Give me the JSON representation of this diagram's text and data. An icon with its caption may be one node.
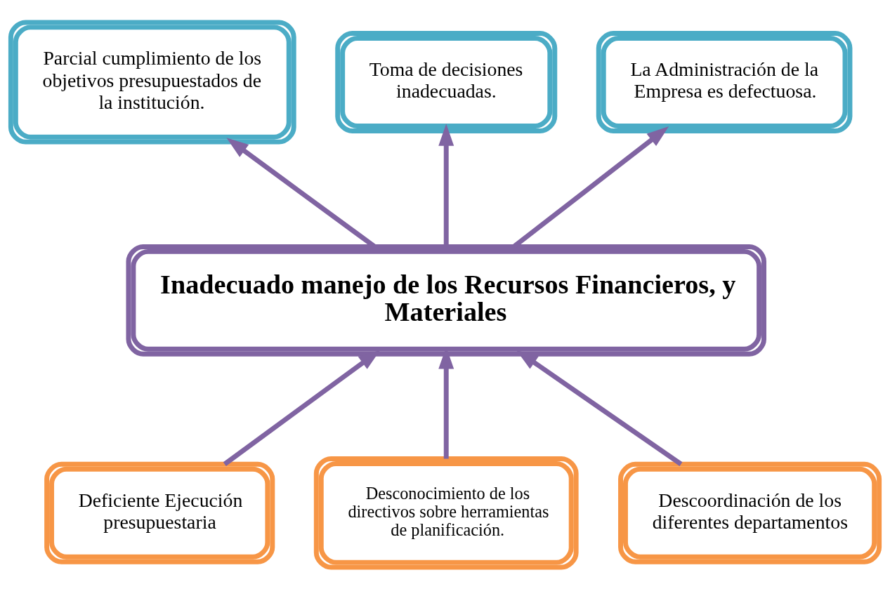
{
  "diagram": {
    "nodes": [
      {
        "text": [
          "Parcial cumplimiento de los objetivos presupuestados de la institución."
        ]
      },
      {
        "text": [
          "Toma de decisiones inadecuadas."
        ]
      },
      {
        "text": [
          "La Administración de la Empresa es defectuosa."
        ]
      },
      {
        "text": [
          "Inadecuado manejo de los Recursos Financieros, y Materiales"
        ]
      },
      {
        "text": [
          "Deficiente Ejecución presupuestaria"
        ]
      },
      {
        "text": [
          "Desconocimiento de los directivos sobre herramientas de planificación."
        ]
      },
      {
        "text": [
          "Descoordinación de los diferentes departamentos"
        ]
      }
    ],
    "edges": [
      {
        "from": 3,
        "to": 0,
        "arrow": "to"
      },
      {
        "from": 3,
        "to": 1,
        "arrow": "to"
      },
      {
        "from": 3,
        "to": 2,
        "arrow": "to"
      },
      {
        "from": 4,
        "to": 3,
        "arrow": "to"
      },
      {
        "from": 5,
        "to": 3,
        "arrow": "to"
      },
      {
        "from": 6,
        "to": 3,
        "arrow": "to"
      }
    ]
  }
}
